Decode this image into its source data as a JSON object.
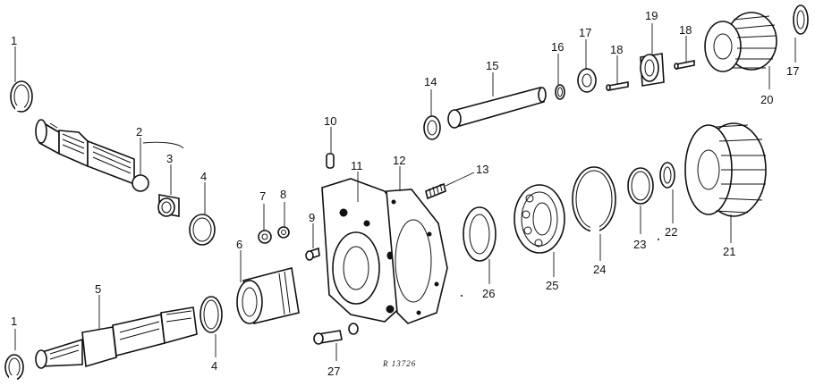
{
  "callouts": {
    "c1a": "1",
    "c1b": "1",
    "c2": "2",
    "c3": "3",
    "c4a": "4",
    "c4b": "4",
    "c5": "5",
    "c6": "6",
    "c7": "7",
    "c8": "8",
    "c9": "9",
    "c10": "10",
    "c11": "11",
    "c12": "12",
    "c13": "13",
    "c14": "14",
    "c15": "15",
    "c16": "16",
    "c17a": "17",
    "c17b": "17",
    "c18a": "18",
    "c18b": "18",
    "c19": "19",
    "c20": "20",
    "c21": "21",
    "c22": "22",
    "c23": "23",
    "c24": "24",
    "c25": "25",
    "c26": "26",
    "c27": "27"
  },
  "reference_code": "R 13726"
}
